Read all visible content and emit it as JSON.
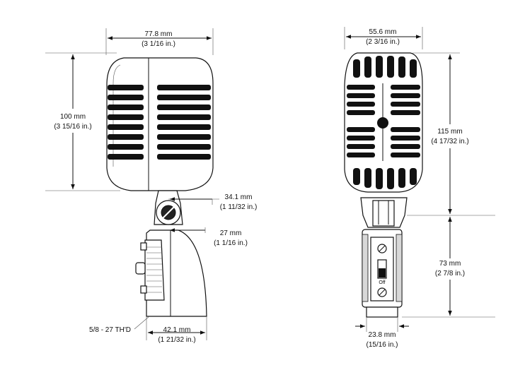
{
  "dimensions": {
    "front_width": {
      "mm": "77.8 mm",
      "in": "(3 1/16 in.)"
    },
    "front_height": {
      "mm": "100 mm",
      "in": "(3 15/16 in.)"
    },
    "pivot_offset": {
      "mm": "34.1 mm",
      "in": "(1 11/32 in.)"
    },
    "base_depth": {
      "mm": "27 mm",
      "in": "(1 1/16 in.)"
    },
    "base_width": {
      "mm": "42.1 mm",
      "in": "(1 21/32 in.)"
    },
    "thread": "5/8 - 27  TH'D",
    "side_width": {
      "mm": "55.6 mm",
      "in": "(2 3/16 in.)"
    },
    "side_height": {
      "mm": "115 mm",
      "in": "(4 17/32 in.)"
    },
    "handle_height": {
      "mm": "73 mm",
      "in": "(2 7/8 in.)"
    },
    "handle_width": {
      "mm": "23.8 mm",
      "in": "(15/16 in.)"
    }
  },
  "switch_label": "Off"
}
